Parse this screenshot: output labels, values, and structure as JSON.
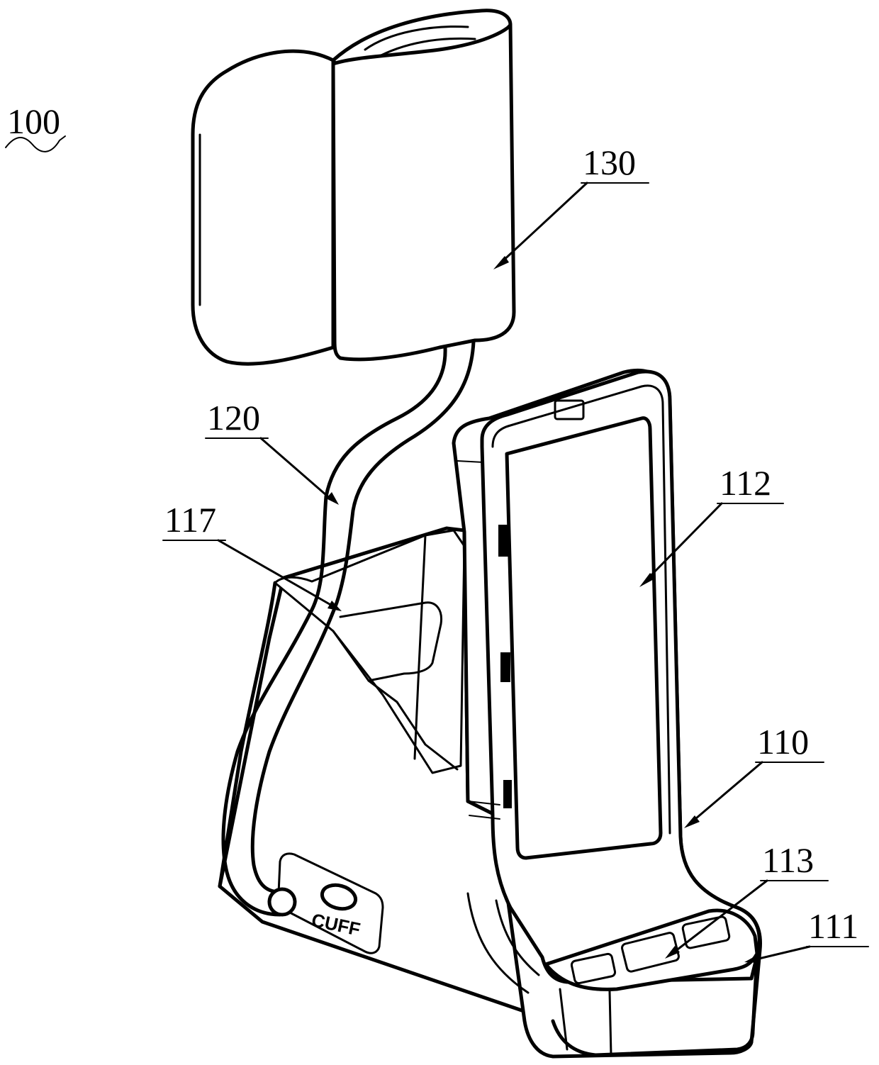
{
  "figure": {
    "labels": [
      {
        "id": "ref-100",
        "text": "100"
      },
      {
        "id": "ref-130",
        "text": "130"
      },
      {
        "id": "ref-120",
        "text": "120"
      },
      {
        "id": "ref-117",
        "text": "117"
      },
      {
        "id": "ref-112",
        "text": "112"
      },
      {
        "id": "ref-110",
        "text": "110"
      },
      {
        "id": "ref-113",
        "text": "113"
      },
      {
        "id": "ref-111",
        "text": "111"
      }
    ],
    "port_text": "CUFF"
  }
}
